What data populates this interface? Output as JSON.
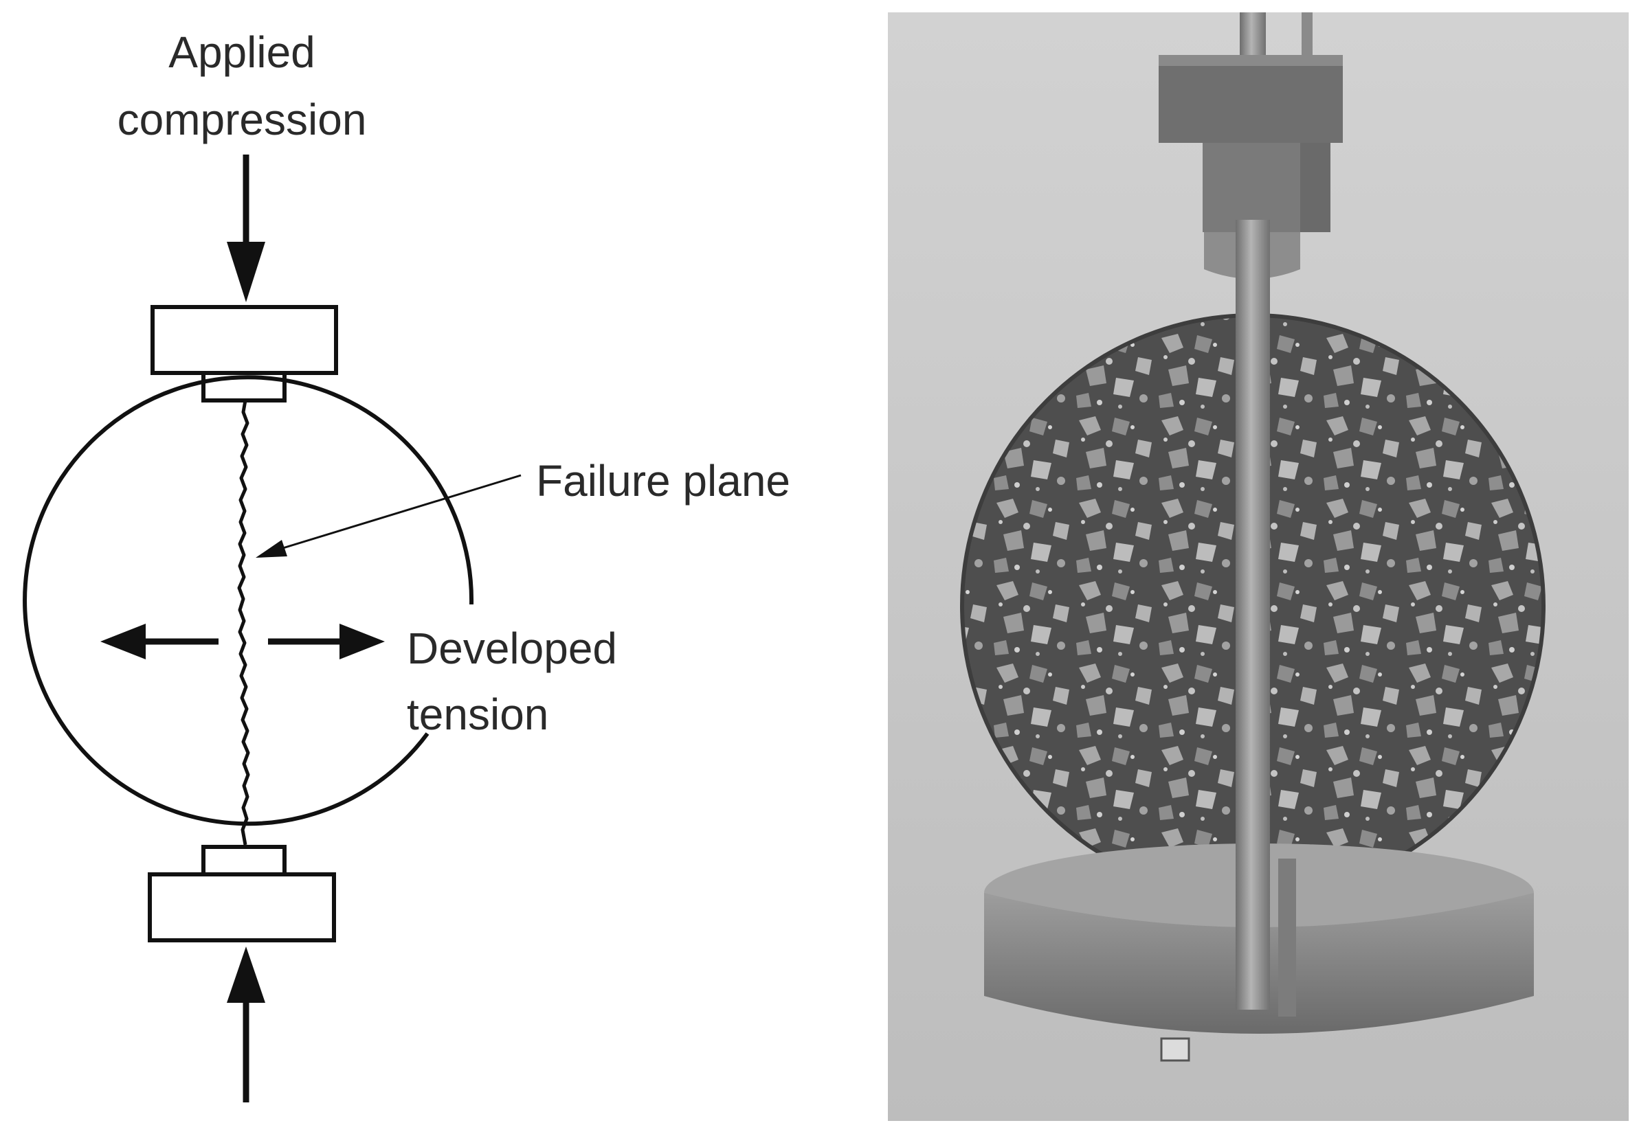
{
  "diagram": {
    "labels": {
      "applied_compression_line1": "Applied",
      "applied_compression_line2": "compression",
      "failure_plane": "Failure plane",
      "developed_tension_line1": "Developed",
      "developed_tension_line2": "tension"
    }
  },
  "photo": {
    "colors": {
      "background": "#c9c9c9",
      "rod": "#9a9a9a",
      "metal": "#7f7f7f",
      "specimen": "#555555"
    }
  }
}
